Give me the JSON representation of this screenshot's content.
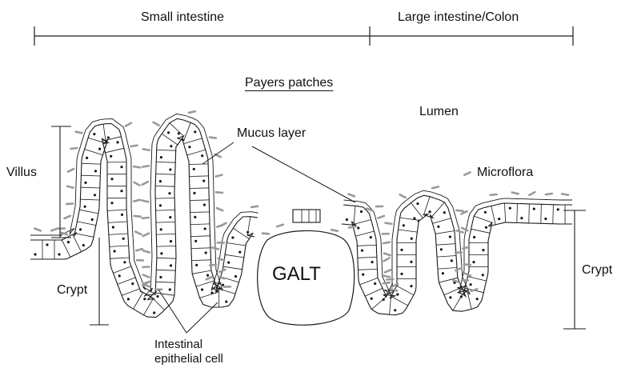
{
  "diagram": {
    "regions": {
      "small_intestine": "Small intestine",
      "large_intestine": "Large intestine/Colon"
    },
    "labels": {
      "payers_patches": "Payers patches",
      "lumen": "Lumen",
      "mucus_layer": "Mucus layer",
      "microflora": "Microflora",
      "villus": "Villus",
      "crypt_left": "Crypt",
      "crypt_right": "Crypt",
      "galt": "GALT",
      "epithelial_line1": "Intestinal",
      "epithelial_line2": "epithelial cell"
    },
    "colors": {
      "line": "#1a1a1a",
      "microflora": "#9a9a9a",
      "background": "#ffffff"
    }
  }
}
